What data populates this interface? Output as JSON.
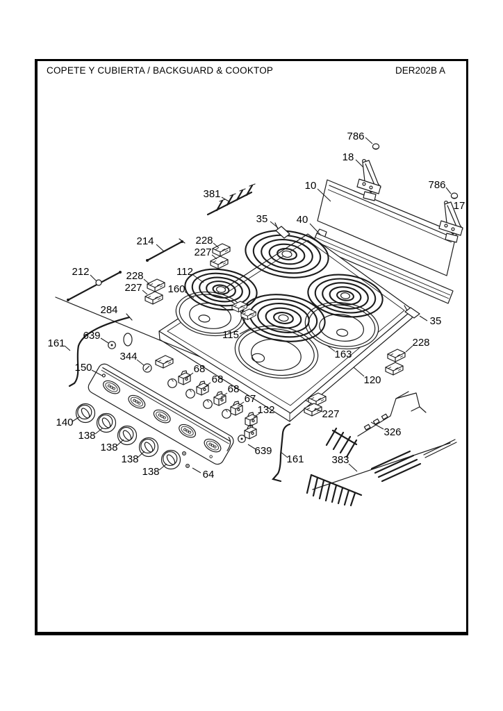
{
  "frame": {
    "title": "COPETE Y CUBIERTA / BACKGUARD & COOKTOP",
    "doc_code": "DER202B A"
  },
  "diagram": {
    "labels": [
      {
        "t": "786"
      },
      {
        "t": "18"
      },
      {
        "t": "10"
      },
      {
        "t": "786"
      },
      {
        "t": "17"
      },
      {
        "t": "381"
      },
      {
        "t": "35"
      },
      {
        "t": "40"
      },
      {
        "t": "214"
      },
      {
        "t": "228"
      },
      {
        "t": "227"
      },
      {
        "t": "212"
      },
      {
        "t": "228"
      },
      {
        "t": "227"
      },
      {
        "t": "112"
      },
      {
        "t": "160"
      },
      {
        "t": "284"
      },
      {
        "t": "161"
      },
      {
        "t": "639"
      },
      {
        "t": "150"
      },
      {
        "t": "344"
      },
      {
        "t": "115"
      },
      {
        "t": "163"
      },
      {
        "t": "120"
      },
      {
        "t": "228"
      },
      {
        "t": "35"
      },
      {
        "t": "227"
      },
      {
        "t": "326"
      },
      {
        "t": "383"
      },
      {
        "t": "68"
      },
      {
        "t": "68"
      },
      {
        "t": "68"
      },
      {
        "t": "67"
      },
      {
        "t": "132"
      },
      {
        "t": "140"
      },
      {
        "t": "138"
      },
      {
        "t": "138"
      },
      {
        "t": "138"
      },
      {
        "t": "138"
      },
      {
        "t": "64"
      },
      {
        "t": "639"
      },
      {
        "t": "161"
      }
    ]
  }
}
